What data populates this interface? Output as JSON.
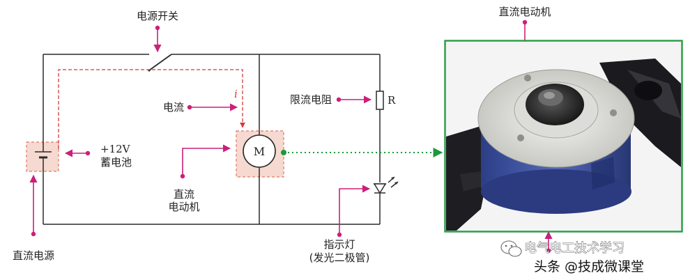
{
  "labels": {
    "power_switch": "电源开关",
    "current": "电流",
    "current_symbol": "i",
    "battery_voltage": "+12V",
    "battery_name": "蓄电池",
    "motor_symbol": "M",
    "motor_line1": "直流",
    "motor_line2": "电动机",
    "dc_power": "直流电源",
    "limiting_resistor": "限流电阻",
    "resistor_symbol": "R",
    "indicator_line1": "指示灯",
    "indicator_line2": "(发光二极管)",
    "photo_title": "直流电动机"
  },
  "watermark": {
    "line1": "电气电工技术学习",
    "line2": "头条 @技成微课堂"
  },
  "colors": {
    "wire": "#2a2a2a",
    "arrow_magenta": "#cc1f7a",
    "current_dash": "#d23a3a",
    "highlight_fill": "#f6d9d0",
    "highlight_stroke": "#e07a6a",
    "link_green": "#1a9a3a",
    "frame_green": "#2e9e4a"
  }
}
